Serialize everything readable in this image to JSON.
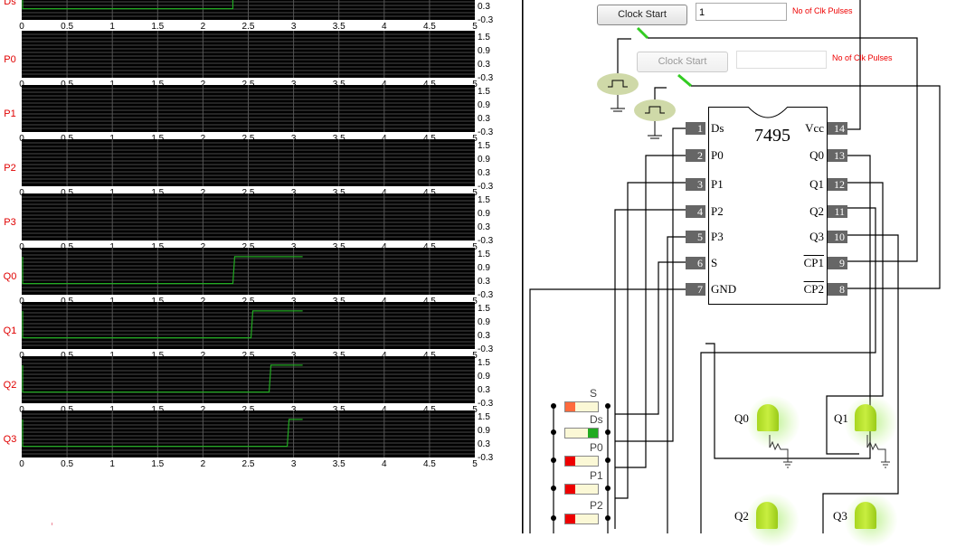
{
  "waveform_panel": {
    "signals": [
      {
        "name": "Ds",
        "low_until": 2.33,
        "high_after": null,
        "trace": "high-then-low"
      },
      {
        "name": "P0",
        "trace": "none"
      },
      {
        "name": "P1",
        "trace": "none"
      },
      {
        "name": "P2",
        "trace": "none"
      },
      {
        "name": "P3",
        "trace": "none"
      },
      {
        "name": "Q0",
        "rise_at": 2.33,
        "end_at": 3.1,
        "trace": "low-then-high"
      },
      {
        "name": "Q1",
        "rise_at": 2.53,
        "end_at": 3.1,
        "trace": "low-then-high"
      },
      {
        "name": "Q2",
        "rise_at": 2.73,
        "end_at": 3.1,
        "trace": "low-then-high"
      },
      {
        "name": "Q3",
        "rise_at": 2.93,
        "end_at": 3.1,
        "trace": "low-then-high"
      }
    ],
    "x_ticks": [
      "0",
      "0.5",
      "1",
      "1.5",
      "2",
      "2.5",
      "3",
      "3.5",
      "4",
      "4.5",
      "5"
    ],
    "y_ticks": [
      "1.5",
      "0.9",
      "0.3",
      "-0.3"
    ],
    "x_range": [
      0,
      5
    ],
    "y_range": [
      -0.6,
      1.5
    ],
    "trace_color": "#22aa22",
    "label_color": "#e00000"
  },
  "controls": {
    "clock1": {
      "button_label": "Clock Start",
      "pulses_value": "1",
      "pulses_label": "No of Clk Pulses",
      "enabled": true
    },
    "clock2": {
      "button_label": "Clock Start",
      "pulses_value": "",
      "pulses_label": "No of Clk Pulses",
      "enabled": false
    }
  },
  "chip": {
    "part_number": "7495",
    "left_pins": [
      {
        "num": "1",
        "label": "Ds"
      },
      {
        "num": "2",
        "label": "P0"
      },
      {
        "num": "3",
        "label": "P1"
      },
      {
        "num": "4",
        "label": "P2"
      },
      {
        "num": "5",
        "label": "P3"
      },
      {
        "num": "6",
        "label": "S"
      },
      {
        "num": "7",
        "label": "GND"
      }
    ],
    "right_pins": [
      {
        "num": "14",
        "label": "Vcc"
      },
      {
        "num": "13",
        "label": "Q0"
      },
      {
        "num": "12",
        "label": "Q1"
      },
      {
        "num": "11",
        "label": "Q2"
      },
      {
        "num": "10",
        "label": "Q3"
      },
      {
        "num": "9",
        "label": "CP1",
        "overline": true
      },
      {
        "num": "8",
        "label": "CP2",
        "overline": true
      }
    ]
  },
  "switches": [
    {
      "label": "S",
      "state": "low",
      "color": "#ff6a3d"
    },
    {
      "label": "Ds",
      "state": "high",
      "color": "#22aa22"
    },
    {
      "label": "P0",
      "state": "low",
      "color": "#ee0000"
    },
    {
      "label": "P1",
      "state": "low",
      "color": "#ee0000"
    },
    {
      "label": "P2",
      "state": "low",
      "color": "#ee0000"
    }
  ],
  "leds": [
    {
      "label": "Q0",
      "state": "on"
    },
    {
      "label": "Q1",
      "state": "on"
    },
    {
      "label": "Q2",
      "state": "on"
    },
    {
      "label": "Q3",
      "state": "on"
    }
  ]
}
